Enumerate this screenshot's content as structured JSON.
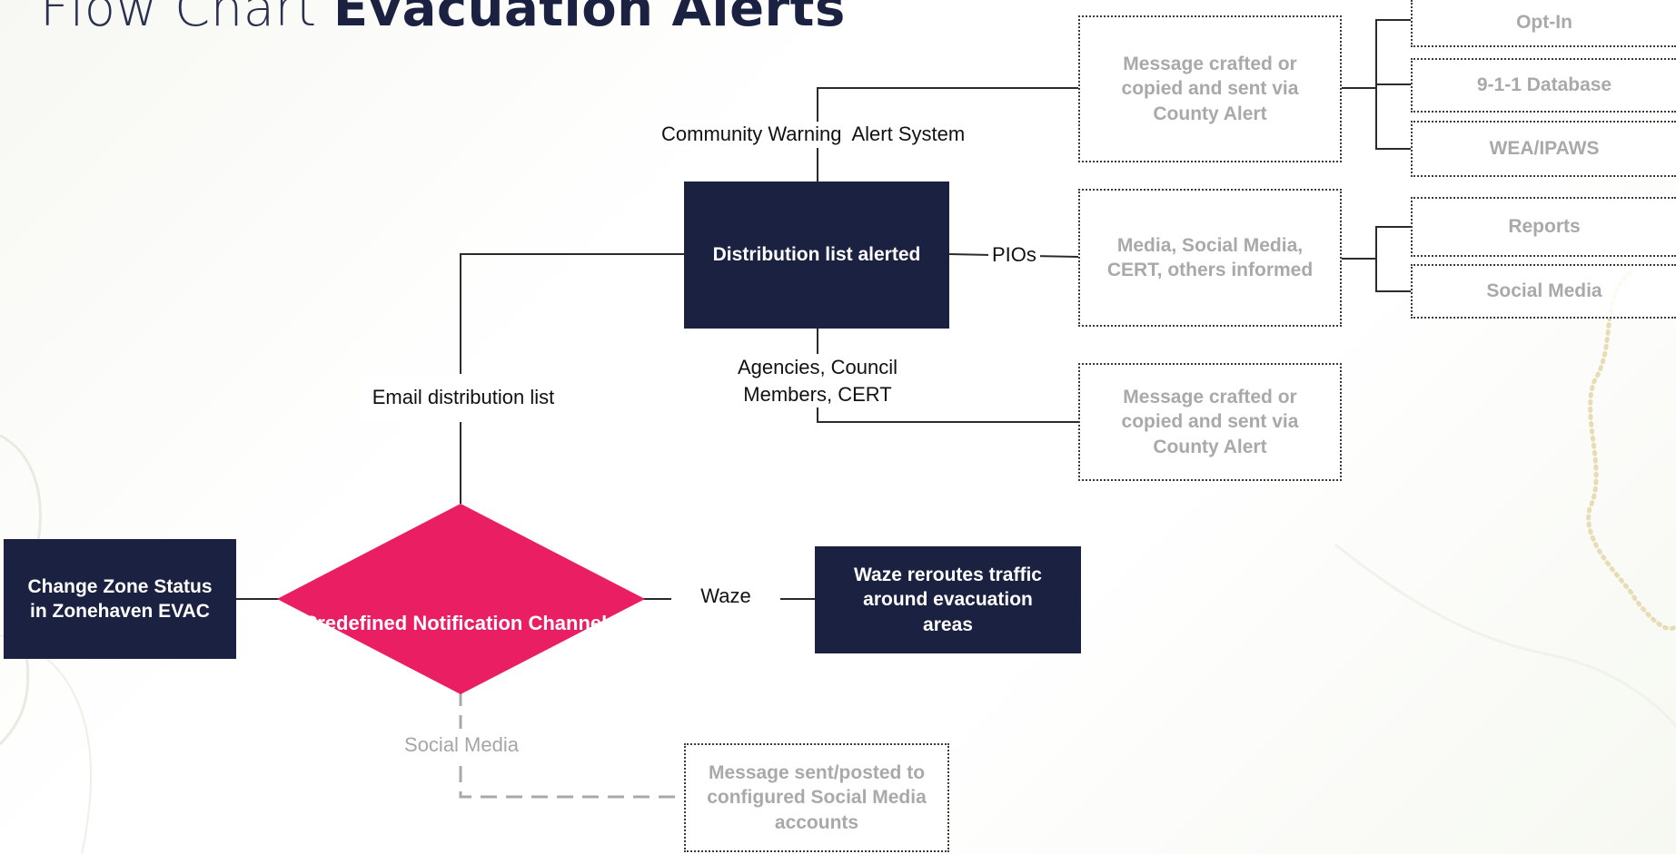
{
  "title": {
    "prefix": "Flow Chart",
    "emphasis": "Evacuation Alerts"
  },
  "colors": {
    "dark_node": "#1b2140",
    "decision": "#e91e63",
    "ghost_text": "#a9a9a9",
    "connector": "#2b2b2b",
    "optional_connector": "#a8a8a8"
  },
  "nodes": {
    "change_zone_status": "Change Zone Status in Zonehaven EVAC",
    "decision": "Predefined Notification Channels",
    "distribution_list": "Distribution list alerted",
    "waze_reroute": "Waze reroutes traffic around evacuation areas",
    "county_alert_top": "Message crafted or copied and sent via County Alert",
    "media_informed": "Media, Social Media, CERT, others informed",
    "county_alert_bottom": "Message crafted or copied and sent via County Alert",
    "social_media_post": "Message sent/posted to configured Social Media accounts"
  },
  "leaves": {
    "opt_in": "Opt-In",
    "database_911": "9-1-1 Database",
    "wea_ipaws": "WEA/IPAWS",
    "reports": "Reports",
    "social_media": "Social Media"
  },
  "edge_labels": {
    "community_warning": "Community Warning  Alert System",
    "email_list": "Email distribution list",
    "pios": "PIOs",
    "agencies": "Agencies, Council Members, CERT",
    "waze": "Waze",
    "social_media": "Social Media"
  }
}
